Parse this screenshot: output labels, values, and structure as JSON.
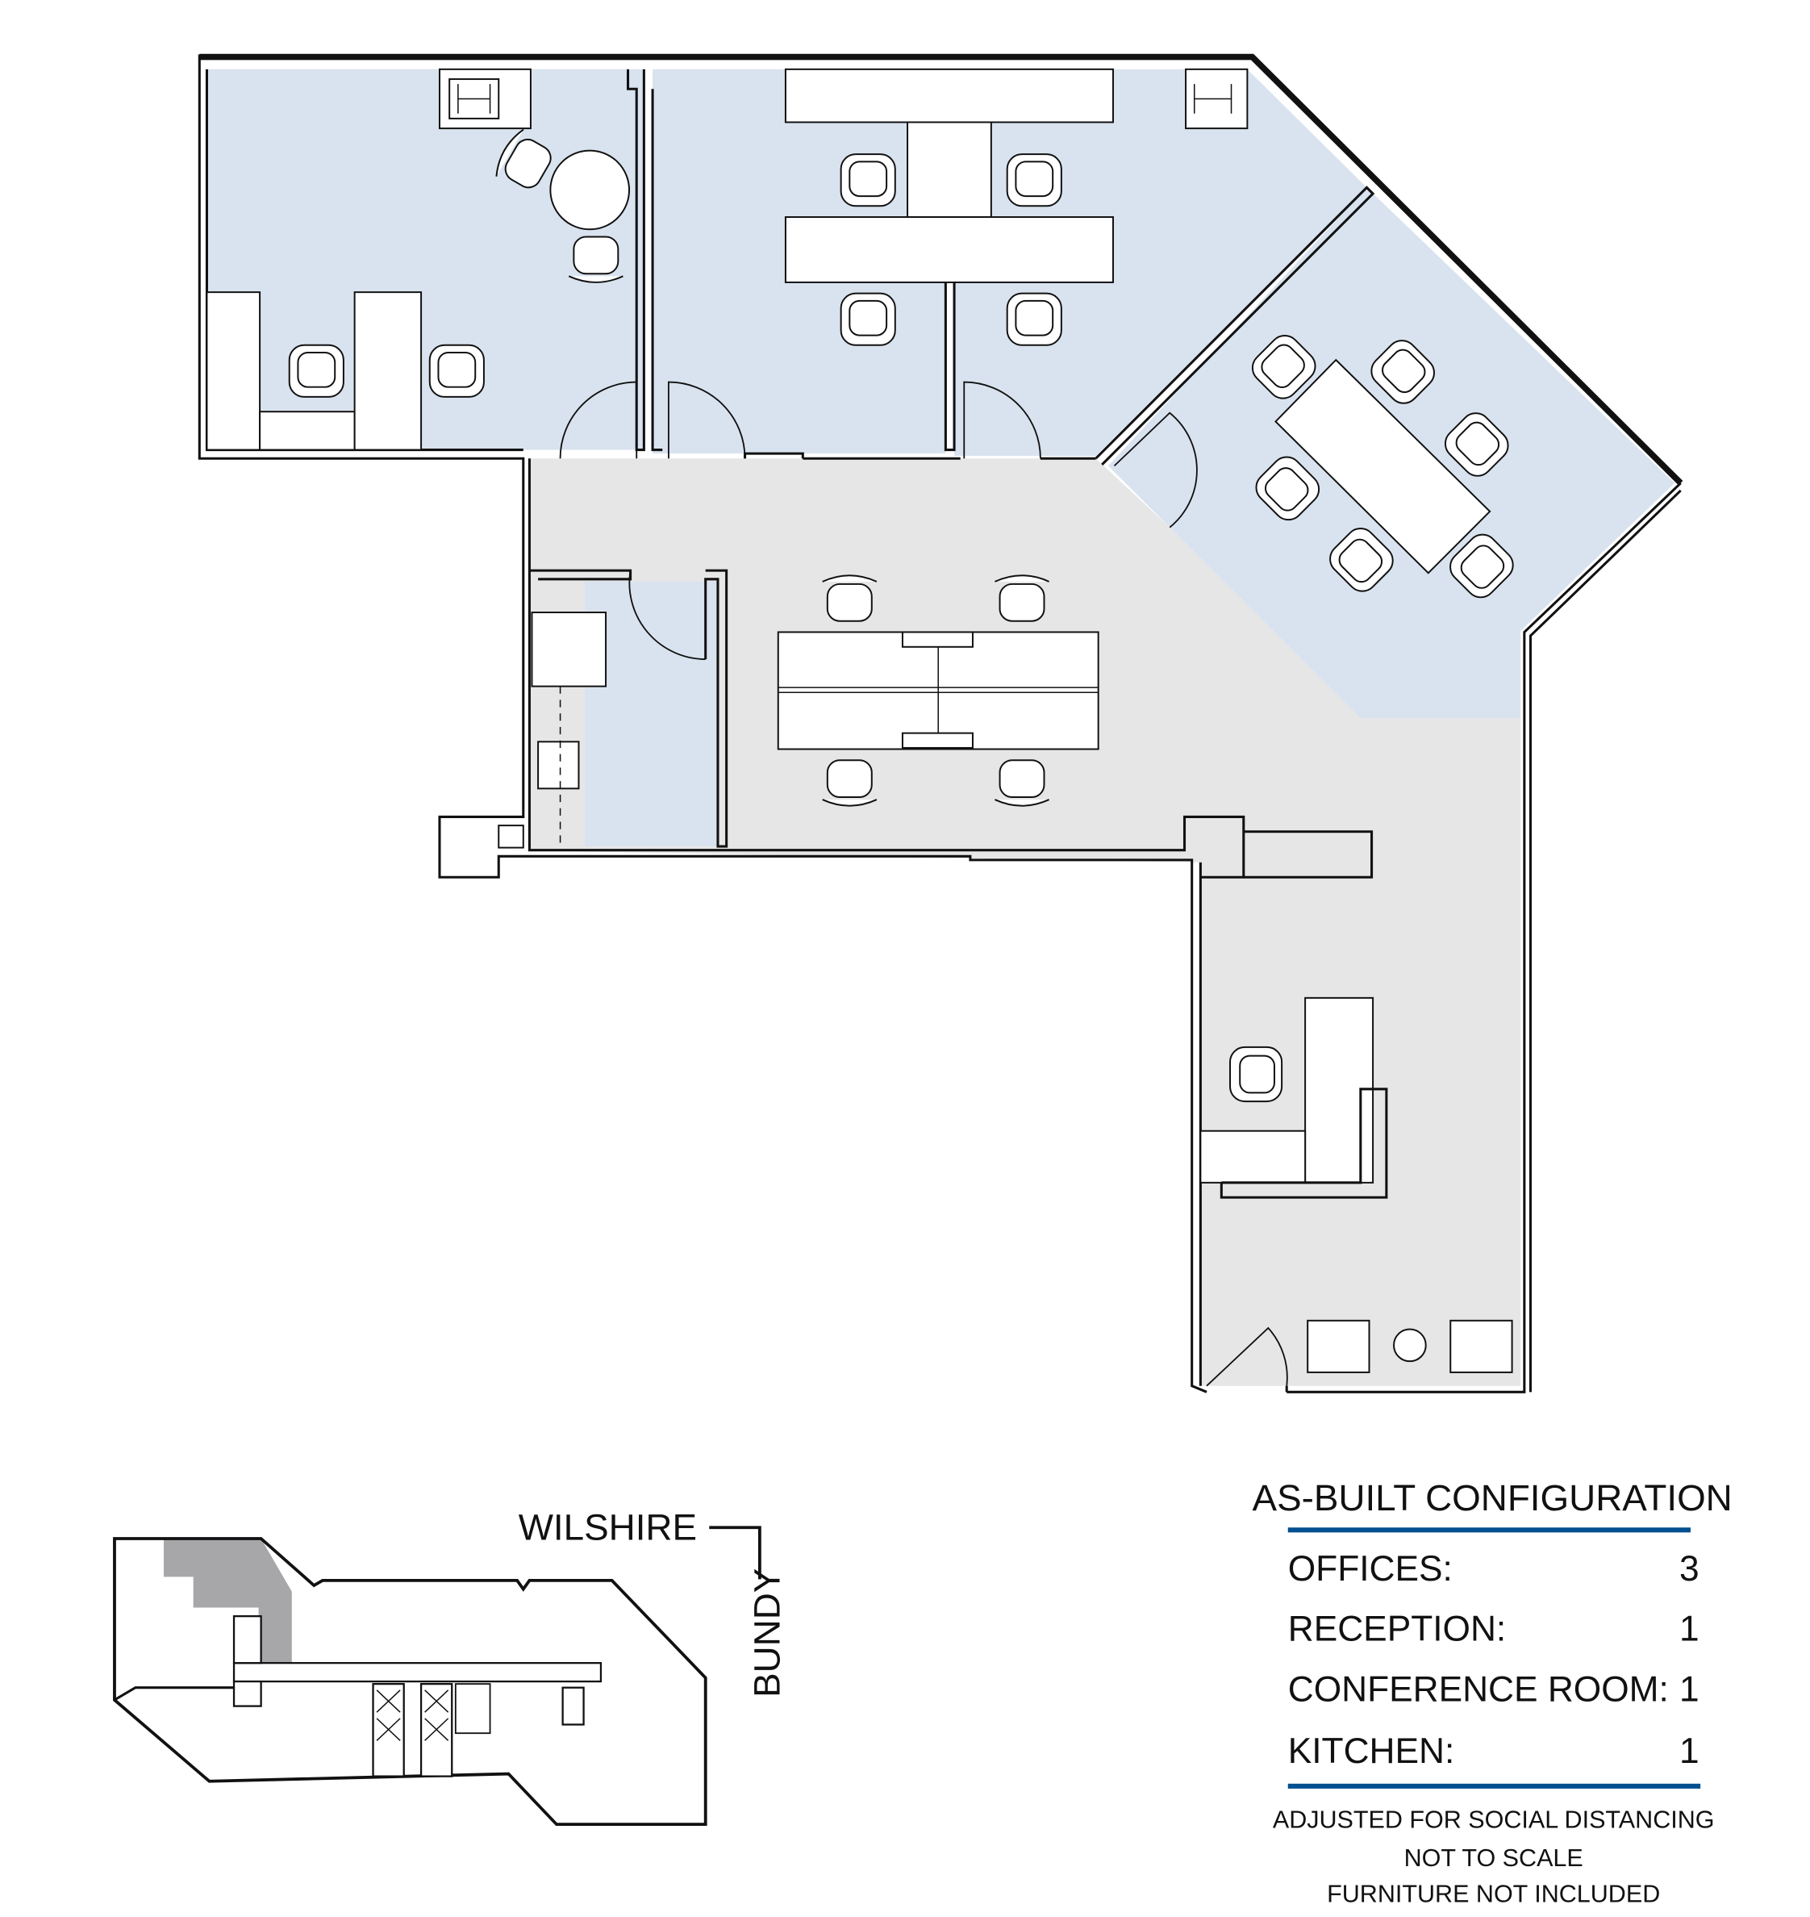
{
  "colors": {
    "room_fill": "#d9e3ef",
    "circulation_fill": "#e6e6e6",
    "accent_rule": "#004f8f",
    "key_plan_highlight": "#a7a7a9"
  },
  "key_plan": {
    "street_top": "WILSHIRE",
    "street_side": "BUNDY"
  },
  "legend": {
    "title": "AS-BUILT CONFIGURATION",
    "rows": [
      {
        "label": "OFFICES:",
        "value": "3"
      },
      {
        "label": "RECEPTION:",
        "value": "1"
      },
      {
        "label": "CONFERENCE ROOM:",
        "value": "1"
      },
      {
        "label": "KITCHEN:",
        "value": "1"
      }
    ],
    "notes": [
      "ADJUSTED FOR SOCIAL DISTANCING",
      "NOT TO SCALE",
      "FURNITURE NOT INCLUDED"
    ]
  }
}
